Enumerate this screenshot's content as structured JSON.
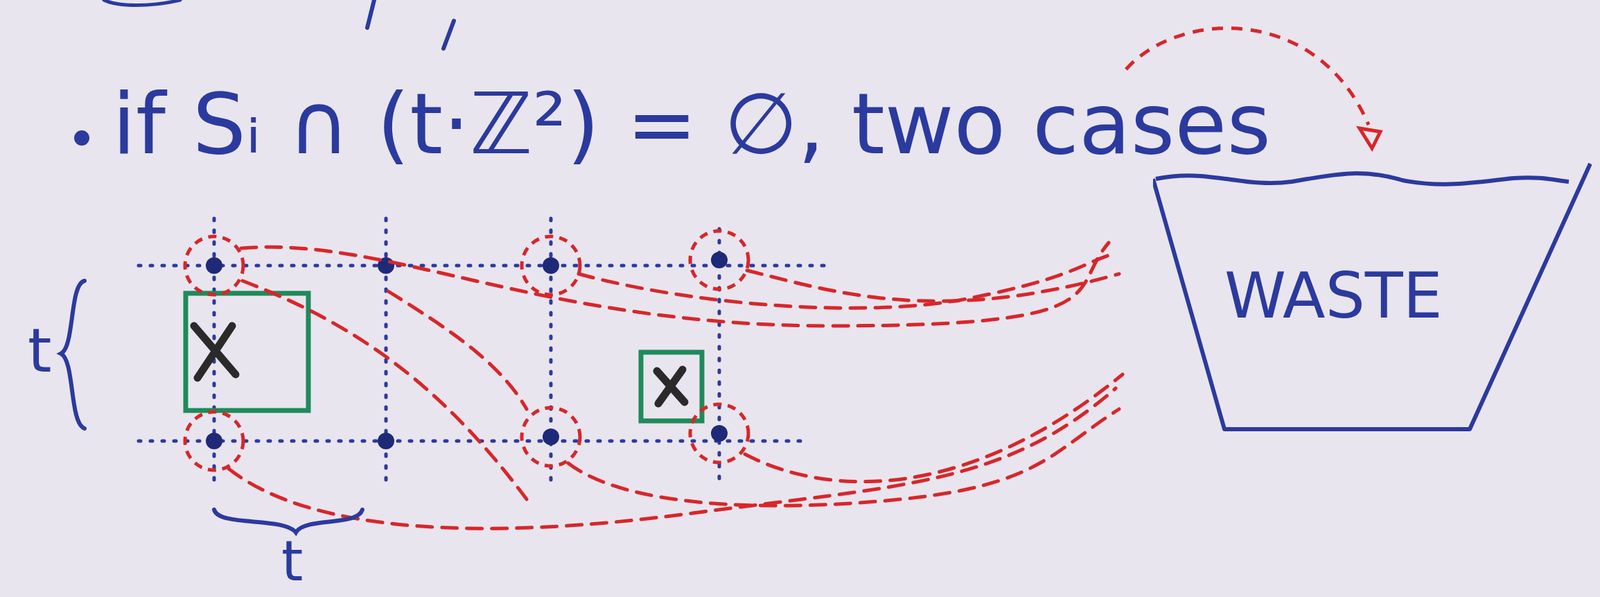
{
  "diagram": {
    "nodes": [
      {
        "text": [
          "WASTE"
        ]
      }
    ],
    "labels": [
      "if Sᵢ ∩ (t·ℤ²) = ∅, two cases",
      "t",
      "t"
    ]
  }
}
